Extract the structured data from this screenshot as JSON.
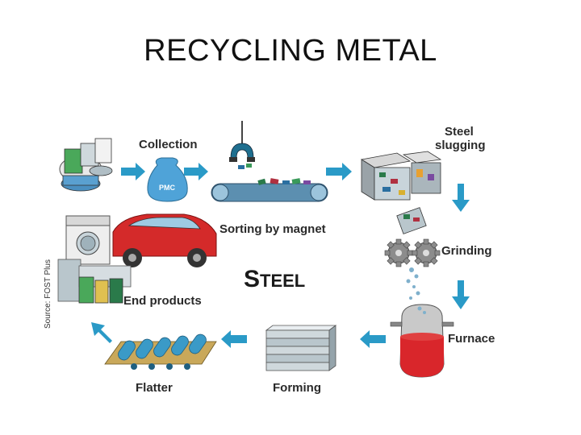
{
  "title": "RECYCLING METAL",
  "center_label": {
    "first": "S",
    "rest": "TEEL"
  },
  "source": "Source: FOST Plus",
  "bag_label": "PMC",
  "steps": {
    "collection": "Collection",
    "sorting": "Sorting by magnet",
    "slugging_line1": "Steel",
    "slugging_line2": "slugging",
    "grinding": "Grinding",
    "furnace": "Furnace",
    "forming": "Forming",
    "flatter": "Flatter",
    "end_products": "End products"
  },
  "colors": {
    "arrow": "#2a9ac7",
    "molten": "#d9262b",
    "car": "#d42a2a",
    "magnet": "#1f6f8f"
  }
}
